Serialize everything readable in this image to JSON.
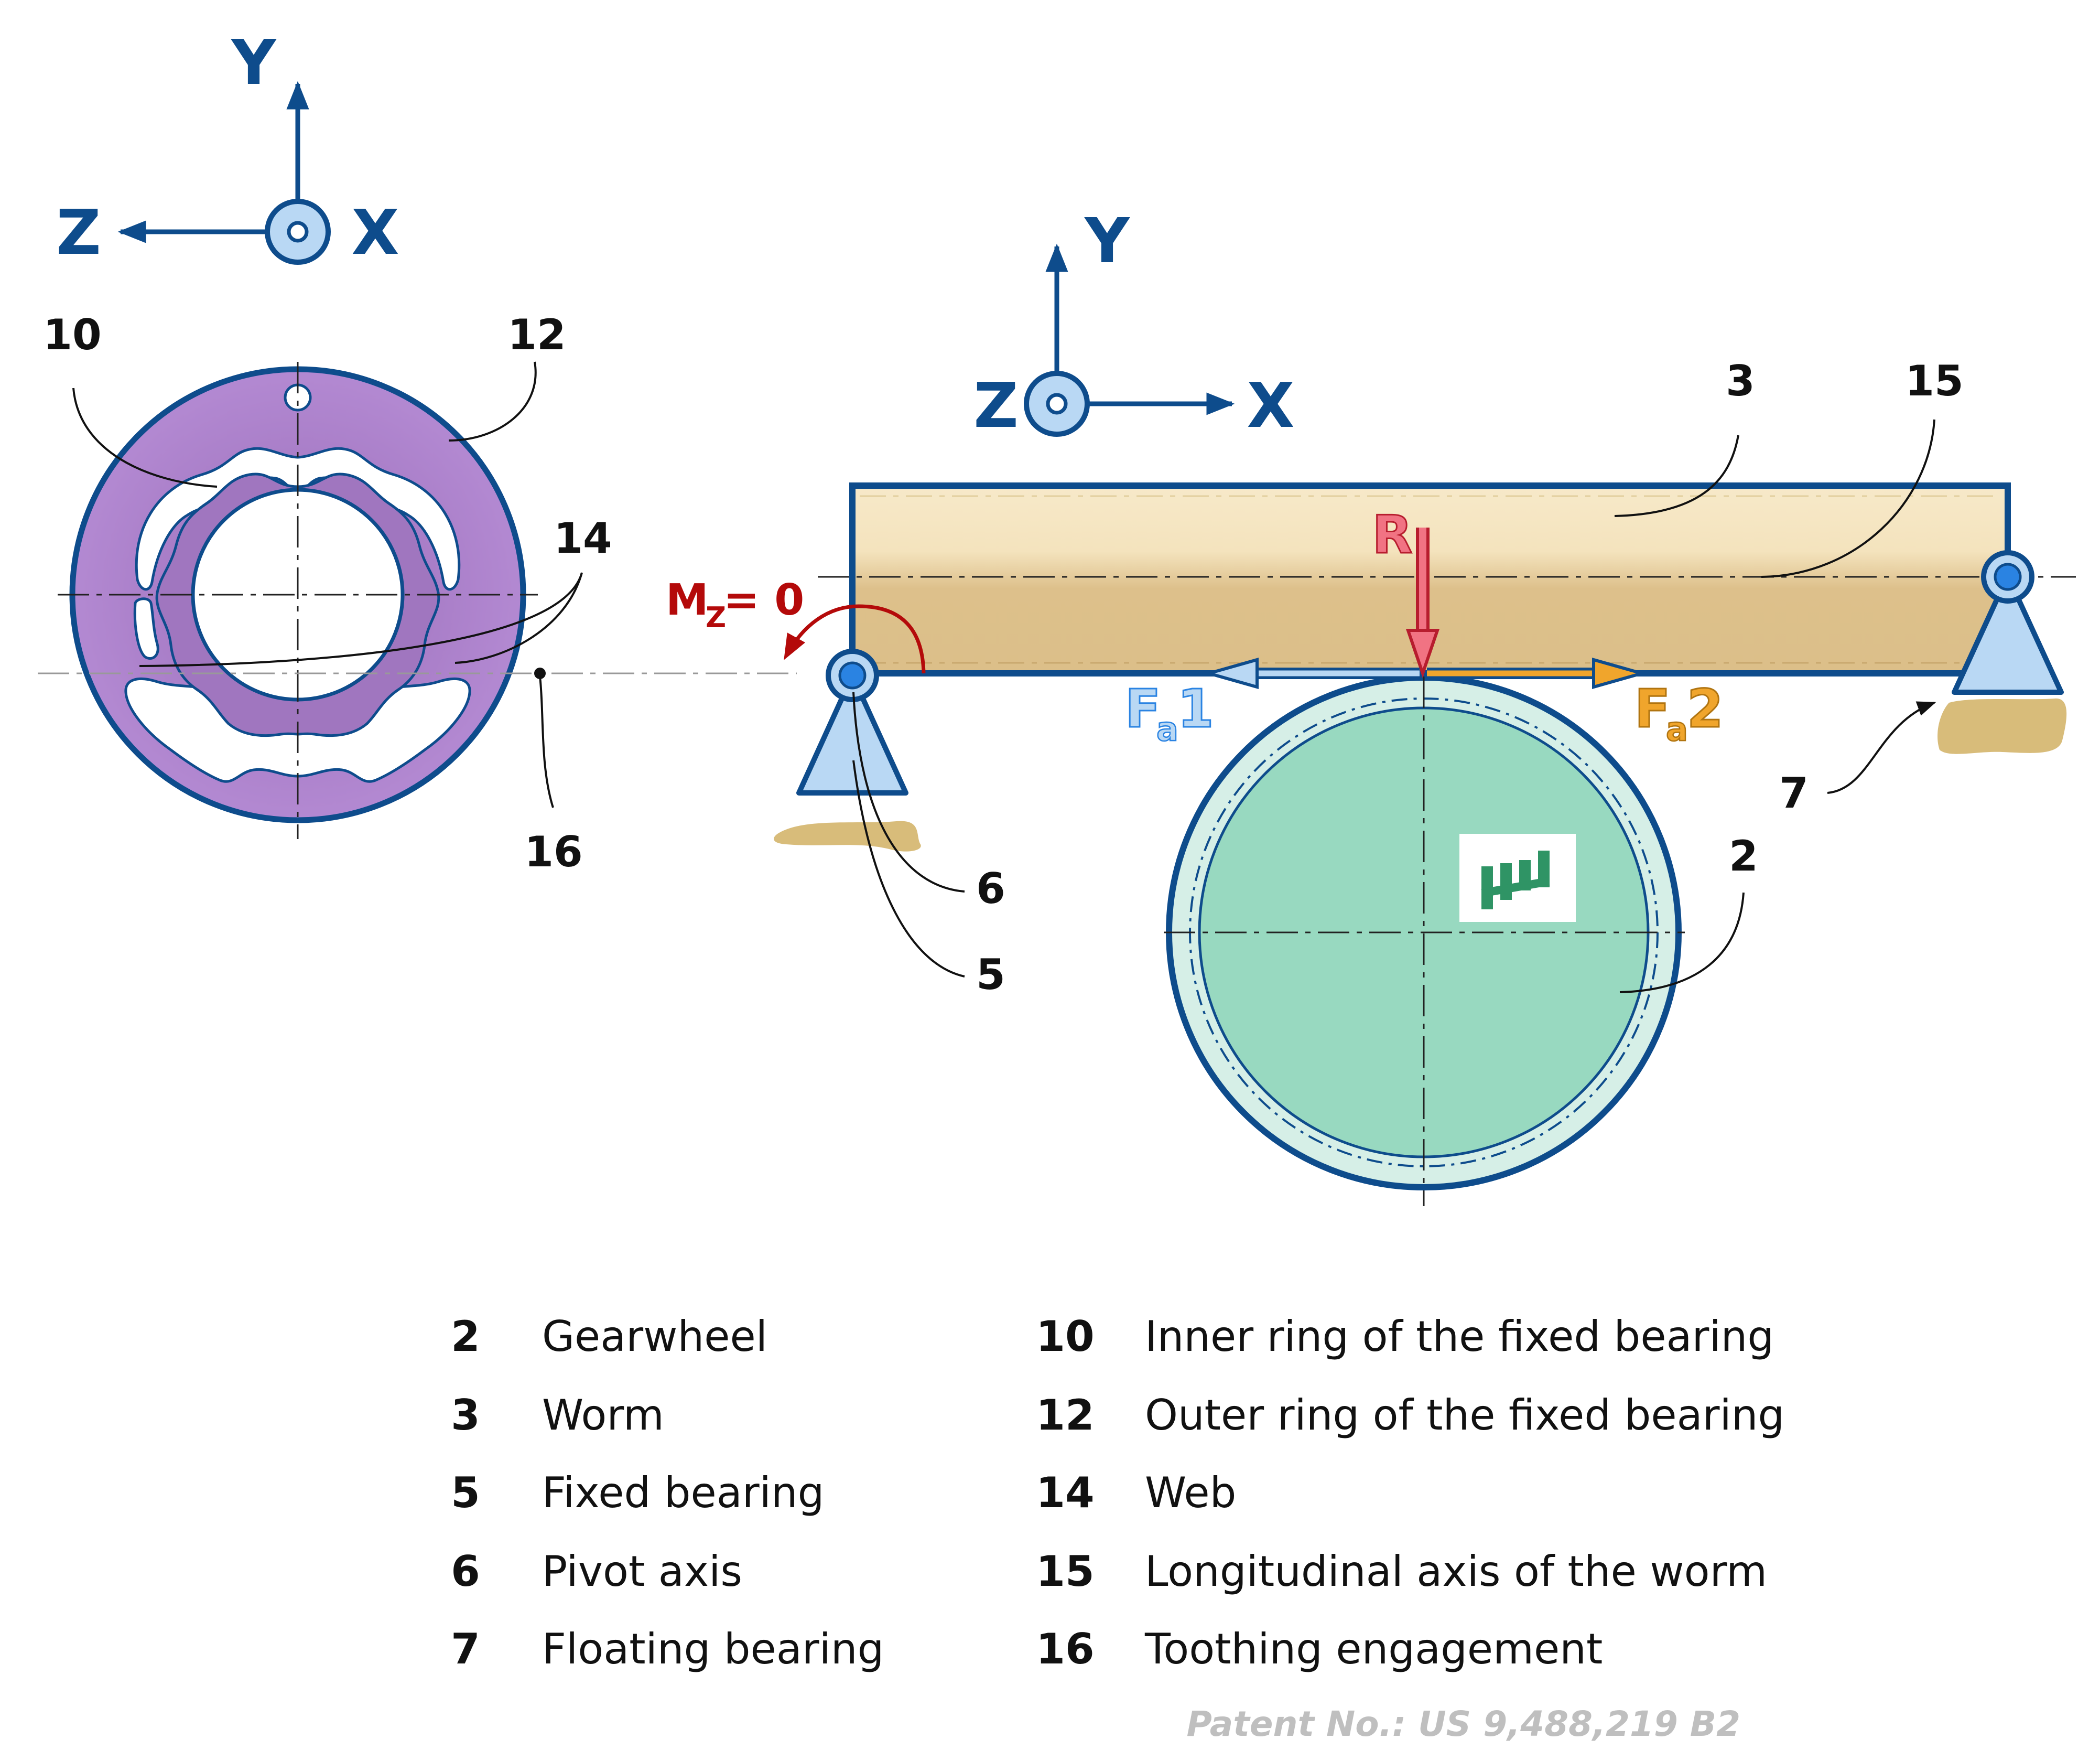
{
  "colors": {
    "blue": "#0e4c8c",
    "light_blue": "#b9d8f4",
    "pivot_blue": "#2a83e2",
    "worm_tan": "#ddc08b",
    "worm_light": "#f6e7c5",
    "gear_green": "#98d9c0",
    "gear_ring": "#d6efe7",
    "ring_purple": "#ae80cc",
    "ring_inner": "#9f74bd",
    "force_red": "#f17383",
    "force_red_dark": "#b71d2e",
    "moment_red": "#b40a0a",
    "fa2_orange": "#f0a52c",
    "ground": "#d8bc7a",
    "patent_gray": "#bfbfbf",
    "logo_green": "#2f9465"
  },
  "left_axes": {
    "y": "Y",
    "z": "Z",
    "x": "X"
  },
  "right_axes": {
    "y": "Y",
    "z": "Z",
    "x": "X"
  },
  "labels": {
    "n10": "10",
    "n12": "12",
    "n14": "14",
    "n16": "16",
    "n3": "3",
    "n15": "15",
    "n6": "6",
    "n5": "5",
    "n7": "7",
    "n2": "2"
  },
  "forces": {
    "r": "R",
    "mz_main": "M",
    "mz_sub": "Z",
    "mz_rest": " = 0",
    "fa1_main": "F",
    "fa1_sub": "a",
    "fa1_idx": "1",
    "fa2_main": "F",
    "fa2_sub": "a",
    "fa2_idx": "2"
  },
  "legend": {
    "left": [
      {
        "num": "2",
        "text": "Gearwheel"
      },
      {
        "num": "3",
        "text": "Worm"
      },
      {
        "num": "5",
        "text": "Fixed bearing"
      },
      {
        "num": "6",
        "text": "Pivot axis"
      },
      {
        "num": "7",
        "text": "Floating bearing"
      }
    ],
    "right": [
      {
        "num": "10",
        "text": "Inner ring of the fixed bearing"
      },
      {
        "num": "12",
        "text": "Outer ring of the fixed bearing"
      },
      {
        "num": "14",
        "text": "Web"
      },
      {
        "num": "15",
        "text": "Longitudinal axis of the worm"
      },
      {
        "num": "16",
        "text": "Toothing engagement"
      }
    ]
  },
  "patent": "Patent No.: US 9,488,219 B2"
}
